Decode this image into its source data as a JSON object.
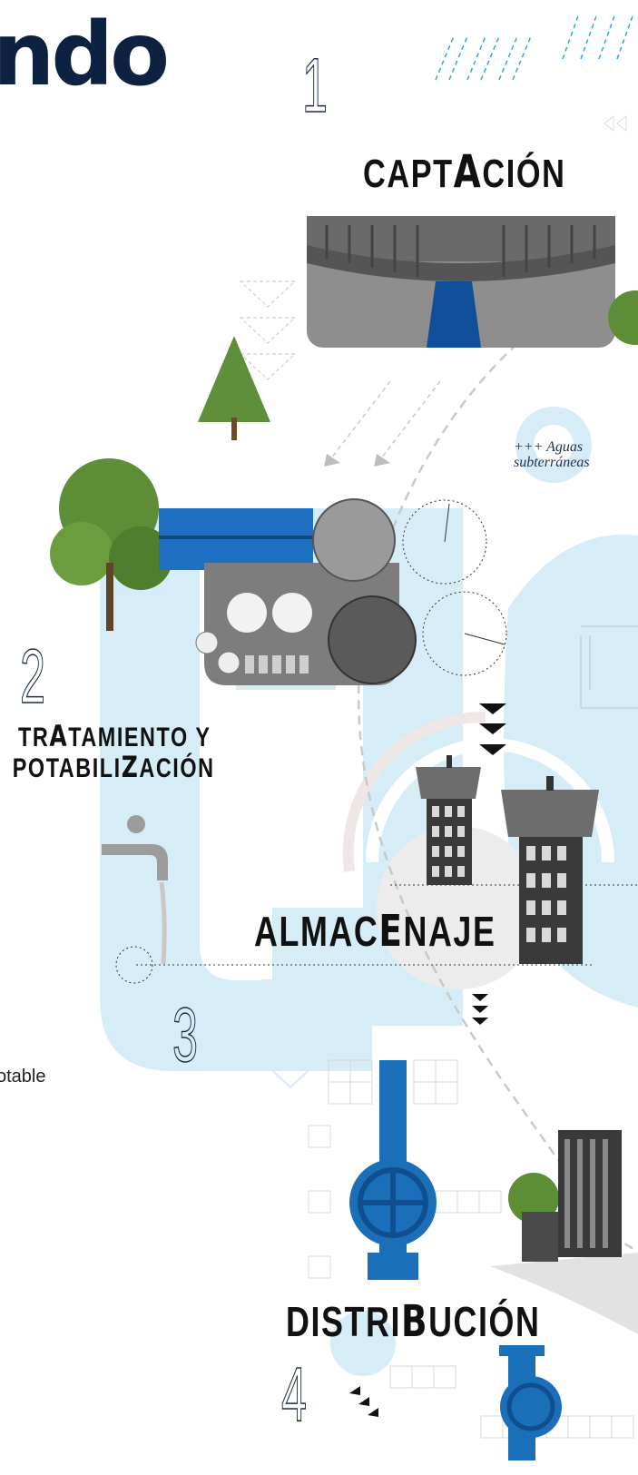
{
  "headline": {
    "text": "ndo"
  },
  "steps": [
    {
      "number": "1",
      "title_pre": "CAPT",
      "title_big": "A",
      "title_post": "CIÓN"
    },
    {
      "number": "2",
      "line1_pre": "TR",
      "line1_big": "A",
      "line1_post": "TAMIENTO Y",
      "line2_pre": "POTABILI",
      "line2_big": "Z",
      "line2_post": "ACIÓN"
    },
    {
      "number": "3",
      "title_pre": "ALMAC",
      "title_big": "E",
      "title_post": "NAJE"
    },
    {
      "number": "4",
      "title_pre": "DISTRI",
      "title_big": "B",
      "title_post": "UCIÓN"
    }
  ],
  "note": {
    "line1": "+++ Aguas",
    "line2": "subterráneas"
  },
  "cut_text": "otable",
  "colors": {
    "navy": "#0d2240",
    "light_blue": "#d6ecf7",
    "blue": "#1f6fc1",
    "grey": "#bfbfbf"
  }
}
